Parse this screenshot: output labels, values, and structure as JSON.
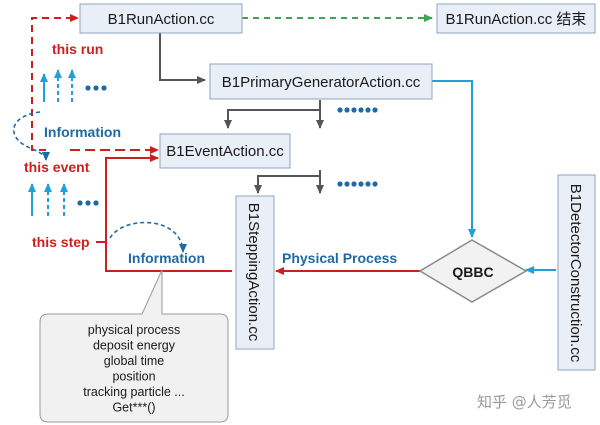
{
  "boxes": {
    "run_action": "B1RunAction.cc",
    "run_action_end": "B1RunAction.cc 结束",
    "primary_generator": "B1PrimaryGeneratorAction.cc",
    "event_action": "B1EventAction.cc",
    "stepping_action": "B1SteppingAction.cc",
    "detector_construction": "B1DetectorConstruction.cc",
    "qbbc": "QBBC"
  },
  "labels": {
    "this_run": "this run",
    "this_event": "this event",
    "this_step": "this step",
    "information_top": "Information",
    "information_bottom": "Information",
    "physical_process": "Physical Process"
  },
  "note_lines": [
    "physical process",
    "deposit energy",
    "global time",
    "position",
    "tracking particle ...",
    "Get***()"
  ],
  "watermark": "知乎 @人芳觅",
  "colors": {
    "red": "#cc1f1f",
    "green": "#3aa655",
    "blue": "#1fa0d8",
    "dark_blue": "#1f6aa5",
    "gray": "#666666",
    "box_fill": "#e9eff7"
  }
}
